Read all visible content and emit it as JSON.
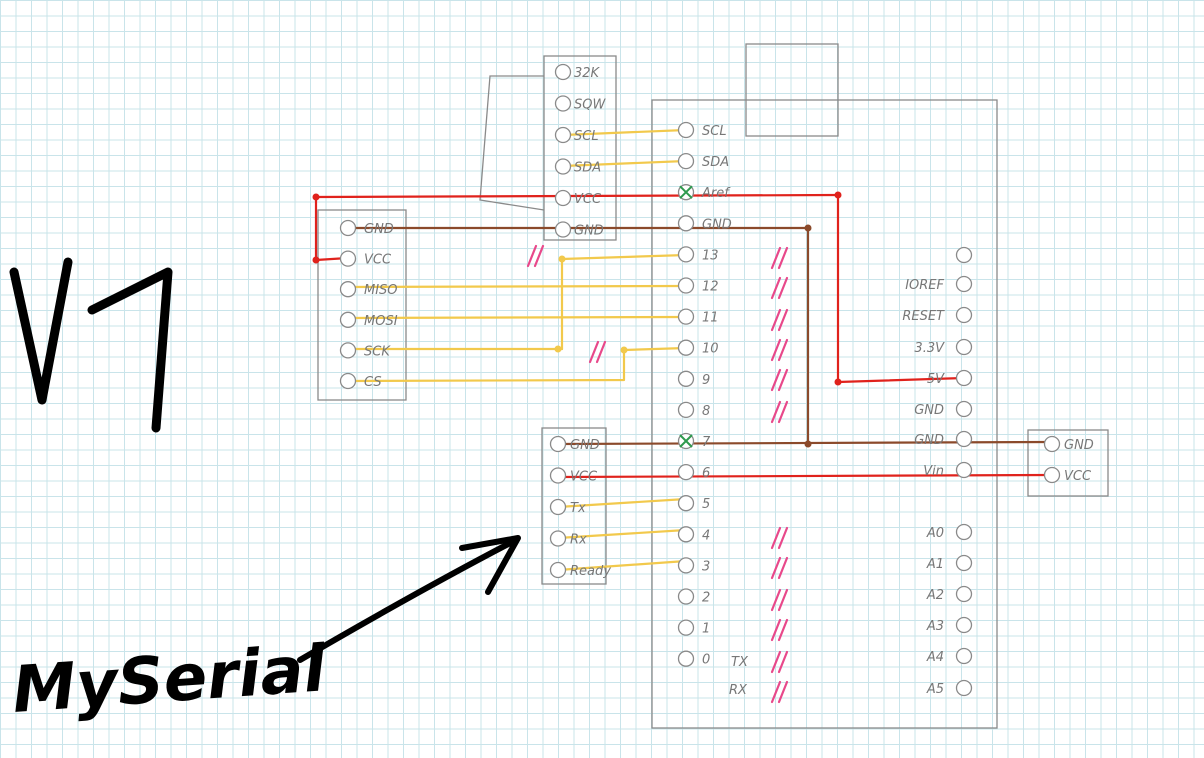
{
  "title": "V1",
  "note": "MySerial",
  "colors": {
    "power": "#e0221c",
    "ground": "#8b4a2b",
    "signal": "#f2c94c",
    "pencil": "#8a8a8a",
    "pinmark": "#e8488a",
    "cross": "#2e9a4e"
  },
  "rtc": {
    "pins": [
      "32K",
      "SQW",
      "SCL",
      "SDA",
      "VCC",
      "GND"
    ]
  },
  "sd": {
    "pins": [
      "GND",
      "VCC",
      "MISO",
      "MOSI",
      "SCK",
      "CS"
    ]
  },
  "serial": {
    "pins": [
      "GND",
      "VCC",
      "Tx",
      "Rx",
      "Ready"
    ]
  },
  "power_module": {
    "pins": [
      "GND",
      "VCC"
    ]
  },
  "arduino": {
    "left_pins": [
      "SCL",
      "SDA",
      "Aref",
      "GND",
      "13",
      "12",
      "11",
      "10",
      "9",
      "8",
      "7",
      "6",
      "5",
      "4",
      "3",
      "2",
      "1",
      "0"
    ],
    "serial_labels": [
      "TX",
      "RX"
    ],
    "right_pins": [
      "",
      "IOREF",
      "RESET",
      "3.3V",
      "5V",
      "GND",
      "GND",
      "Vin",
      "A0",
      "A1",
      "A2",
      "A3",
      "A4",
      "A5"
    ]
  }
}
